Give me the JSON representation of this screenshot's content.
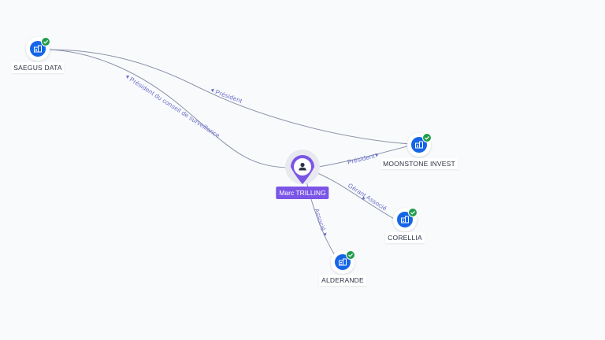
{
  "colors": {
    "accent": "#7b55e6",
    "company_blue": "#1565e6",
    "check_green": "#1f9d4c",
    "edge_label": "#6a6fc9",
    "edge": "#8a93a8"
  },
  "person": {
    "name": "Marc TRILLING",
    "icon": "person-icon"
  },
  "companies": [
    {
      "id": "saegus",
      "name": "SAEGUS DATA",
      "icon": "building-icon",
      "verified": true
    },
    {
      "id": "moonstone",
      "name": "MOONSTONE INVEST",
      "icon": "building-icon",
      "verified": true
    },
    {
      "id": "corellia",
      "name": "CORELLIA",
      "icon": "building-icon",
      "verified": true
    },
    {
      "id": "alderande",
      "name": "ALDERANDE",
      "icon": "building-icon",
      "verified": true
    }
  ],
  "relations": [
    {
      "from": "person",
      "to": "saegus",
      "role": "Président du conseil de surveillance"
    },
    {
      "from": "person",
      "to": "moonstone",
      "role": "Président"
    },
    {
      "from": "person",
      "to": "corellia",
      "role": "Gérant Associé"
    },
    {
      "from": "person",
      "to": "alderande",
      "role": "Associé"
    },
    {
      "from": "moonstone",
      "to": "saegus",
      "role": "Président"
    }
  ]
}
